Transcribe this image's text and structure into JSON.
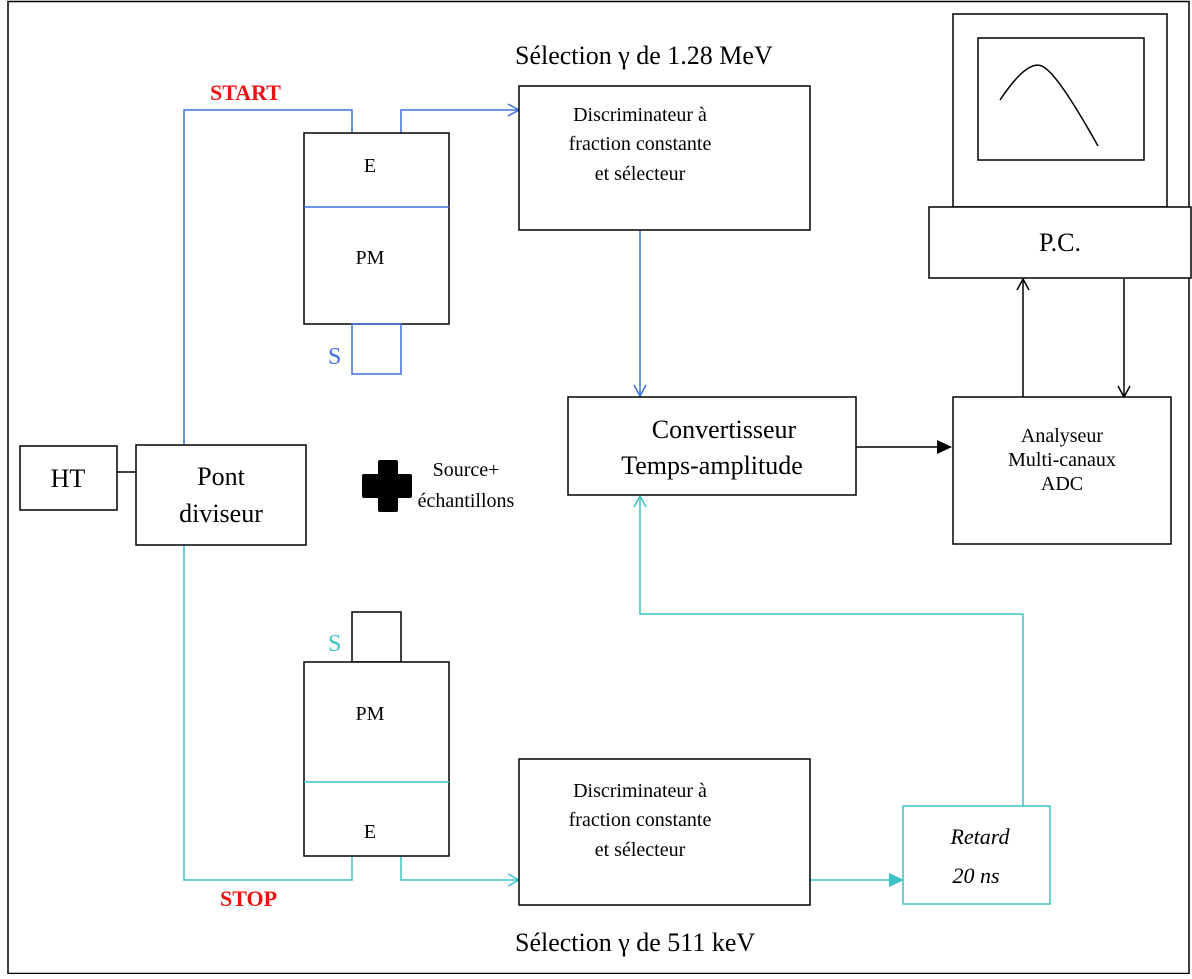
{
  "colors": {
    "blue": "#3f6fe0",
    "cyan": "#3cc4c4",
    "red": "#ee1111",
    "black": "#000000"
  },
  "labels": {
    "start": "START",
    "stop": "STOP",
    "selection_top": "Sélection γ de 1.28 MeV",
    "selection_bottom": "Sélection γ de 511 keV",
    "s_top": "S",
    "s_bottom": "S",
    "source_line1": "Source+",
    "source_line2": "échantillons"
  },
  "blocks": {
    "ht": "HT",
    "pont_line1": "Pont",
    "pont_line2": "diviseur",
    "pm_top_e": "E",
    "pm_top_pm": "PM",
    "pm_bottom_pm": "PM",
    "pm_bottom_e": "E",
    "disc_top_line1": "Discriminateur à",
    "disc_top_line2": "fraction constante",
    "disc_top_line3": "et sélecteur",
    "disc_bottom_line1": "Discriminateur à",
    "disc_bottom_line2": "fraction constante",
    "disc_bottom_line3": "et sélecteur",
    "tac_line1": "Convertisseur",
    "tac_line2": "Temps-amplitude",
    "retard_line1": "Retard",
    "retard_line2": "20 ns",
    "pc": "P.C.",
    "mca_line1": "Analyseur",
    "mca_line2": "Multi-canaux",
    "mca_line3": "ADC"
  },
  "icons": {
    "source": "cross-icon",
    "monitor": "monitor-icon"
  }
}
